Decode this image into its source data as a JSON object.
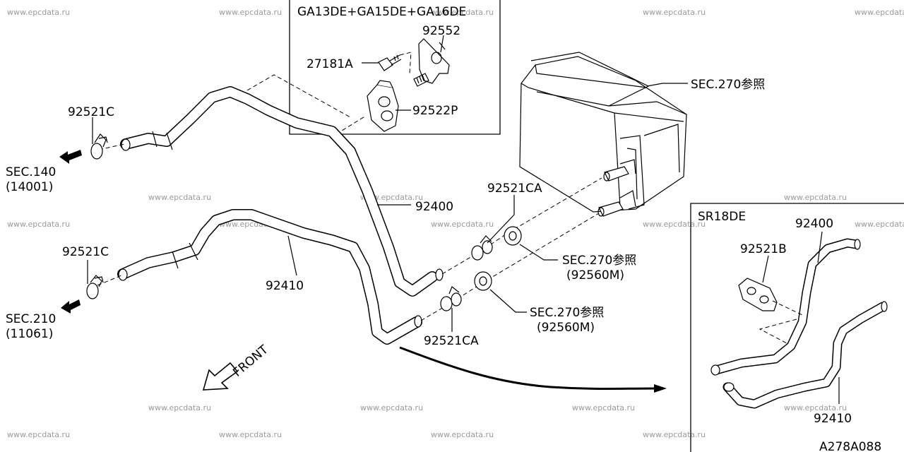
{
  "watermark": "www.epcdata.ru",
  "inset_top": {
    "header": "GA13DE+GA15DE+GA16DE"
  },
  "inset_right": {
    "header": "SR18DE"
  },
  "labels": {
    "p92552": "92552",
    "p27181A": "27181A",
    "p92522P": "92522P",
    "sec270_top": "SEC.270参照",
    "p92521C_top": "92521C",
    "sec140": "SEC.140",
    "sec140_code": "(14001)",
    "p92400": "92400",
    "p92521CA_top": "92521CA",
    "sec270_mid": "SEC.270参照",
    "p92560M_mid": "(92560M)",
    "p92521C_bot": "92521C",
    "p92410": "92410",
    "sec270_low": "SEC.270参照",
    "p92560M_low": "(92560M)",
    "sec210": "SEC.210",
    "sec210_code": "(11061)",
    "p92521CA_bot": "92521CA",
    "front": "FRONT",
    "r_p92400": "92400",
    "r_p92521B": "92521B",
    "r_p92410": "92410",
    "diagram_id": "A278A088"
  }
}
